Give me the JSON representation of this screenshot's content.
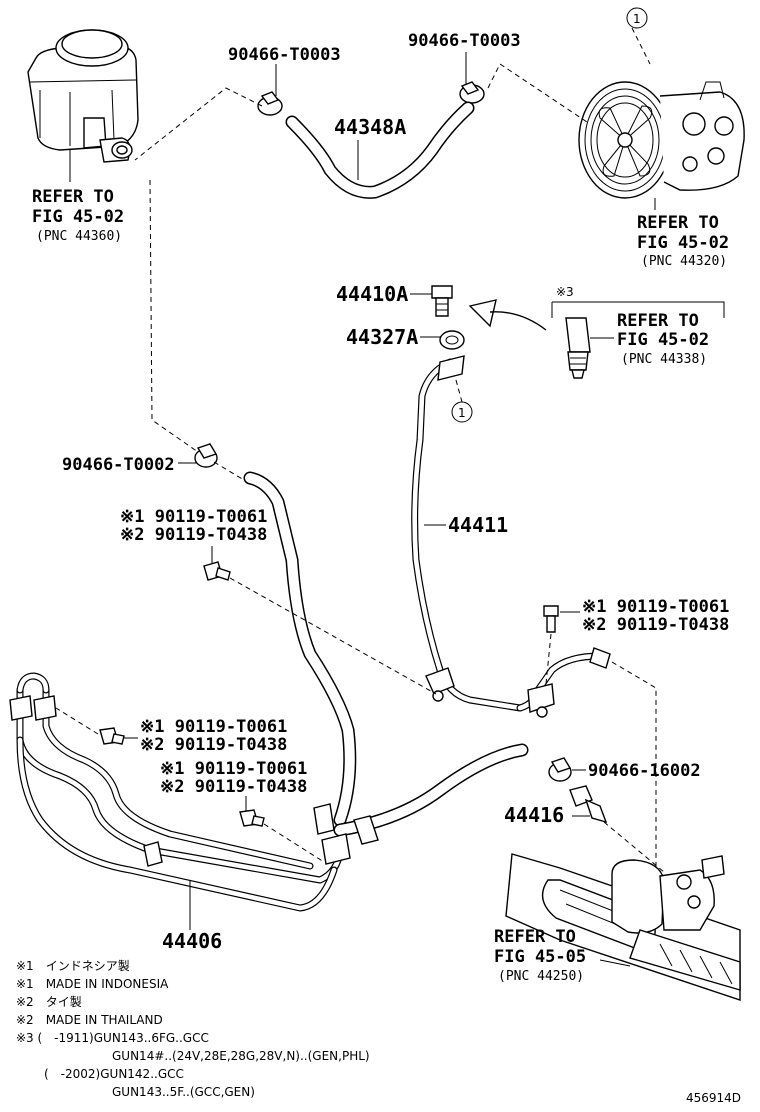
{
  "labels": {
    "clamp_top_left": "90466-T0003",
    "clamp_top_right": "90466-T0003",
    "hose_44348a": "44348A",
    "bolt_44410a": "44410A",
    "gasket_44327a": "44327A",
    "clamp_mid": "90466-T0002",
    "tube_44411": "44411",
    "tube_44406": "44406",
    "clamp_16002": "90466-16002",
    "part_44416": "44416",
    "circle_one": "1",
    "s3_mark": "※3",
    "bolt_a_1": "※1 90119-T0061",
    "bolt_a_2": "※2 90119-T0438",
    "bolt_b_1": "※1 90119-T0061",
    "bolt_b_2": "※2 90119-T0438",
    "bolt_c_1": "※1 90119-T0061",
    "bolt_c_2": "※2 90119-T0438",
    "bolt_d_1": "※1 90119-T0061",
    "bolt_d_2": "※2 90119-T0438"
  },
  "refs": {
    "reservoir": {
      "l1": "REFER TO",
      "l2": "FIG 45-02",
      "l3": "(PNC 44360)"
    },
    "pump": {
      "l1": "REFER TO",
      "l2": "FIG 45-02",
      "l3": "(PNC 44320)"
    },
    "sensor": {
      "l1": "REFER TO",
      "l2": "FIG 45-02",
      "l3": "(PNC 44338)"
    },
    "gear": {
      "l1": "REFER TO",
      "l2": "FIG 45-05",
      "l3": "(PNC 44250)"
    }
  },
  "notes": [
    "※1　インドネシア製",
    "※1　MADE IN INDONESIA",
    "※2　タイ製",
    "※2　MADE IN THAILAND",
    "※3 (　-1911)GUN143..6FG..GCC",
    "GUN14#..(24V,28E,28G,28V,N)..(GEN,PHL)",
    "(　-2002)GUN142..GCC",
    "GUN143..5F..(GCC,GEN)"
  ],
  "diagram_id": "456914D"
}
